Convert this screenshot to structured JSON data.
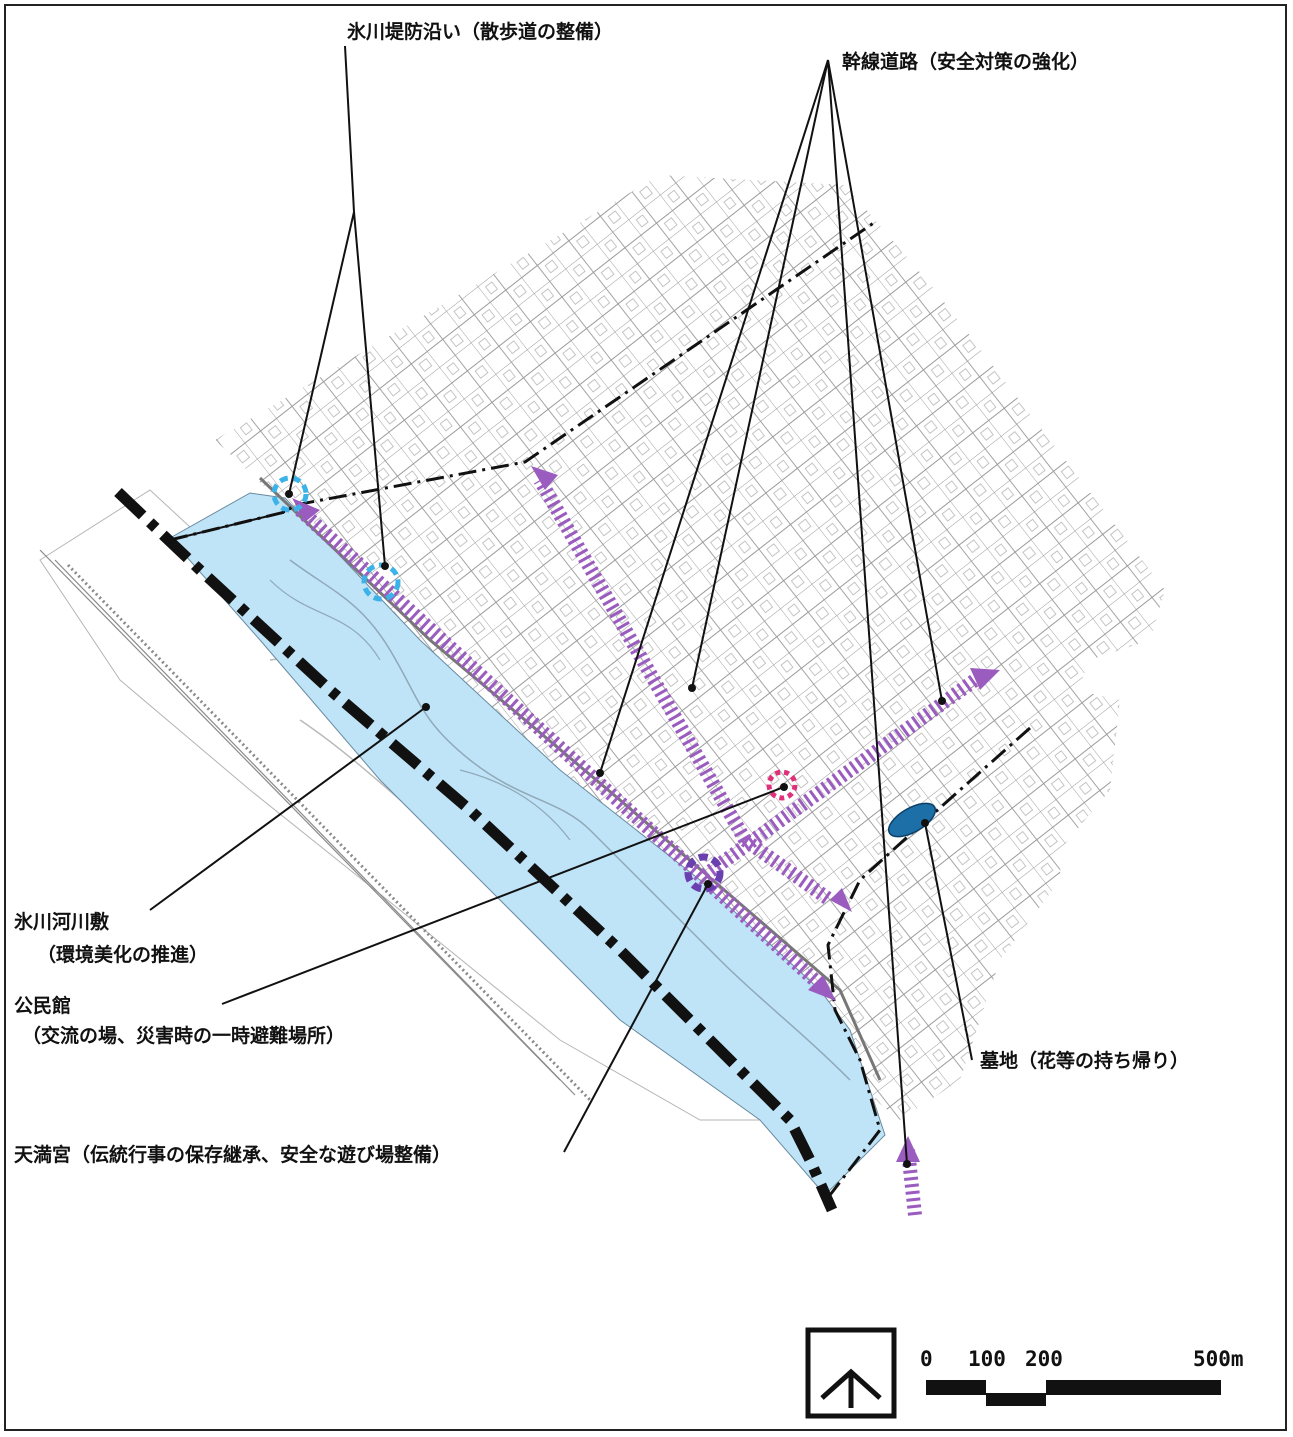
{
  "labels": {
    "embankment": "氷川堤防沿い（散歩道の整備）",
    "trunk_road": "幹線道路（安全対策の強化）",
    "riverbed_line1": "氷川河川敷",
    "riverbed_line2": "（環境美化の推進）",
    "hall_line1": "公民館",
    "hall_line2": "（交流の場、災害時の一時避難場所）",
    "shrine": "天満宮（伝統行事の保存継承、安全な遊び場整備）",
    "cemetery": "墓地（花等の持ち帰り）"
  },
  "scale": {
    "ticks": [
      "0",
      "100",
      "200",
      "500m"
    ]
  },
  "compass": {
    "symbol": "north-arrow"
  },
  "colors": {
    "river": "#bfe3f7",
    "route": "#9b5cc0",
    "embankment_marker": "#3cb3e8",
    "hall_marker": "#e0307a",
    "shrine_marker": "#6a3fb0",
    "cemetery": "#1d6fa8",
    "boundary": "#111111"
  }
}
